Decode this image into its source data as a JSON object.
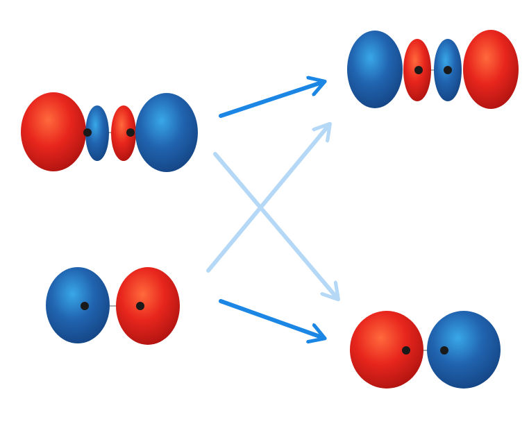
{
  "colors": {
    "background": "#ffffff",
    "phase_positive_lobe": "#e8211d",
    "phase_negative_lobe": "#1f5ea8",
    "nucleus": "#1a1a1a",
    "arrow_major": "#1c86e4",
    "arrow_minor": "#b4d8f6"
  },
  "orbitals": [
    {
      "id": "left-top",
      "column": "initial",
      "row": "upper",
      "lobe_sequence": [
        "red",
        "blue",
        "red",
        "blue"
      ],
      "nuclei": 2
    },
    {
      "id": "left-bottom",
      "column": "initial",
      "row": "lower",
      "lobe_sequence": [
        "blue",
        "red"
      ],
      "nuclei": 2
    },
    {
      "id": "right-top",
      "column": "result",
      "row": "upper",
      "lobe_sequence": [
        "blue",
        "red",
        "blue",
        "red"
      ],
      "nuclei": 2
    },
    {
      "id": "right-bottom",
      "column": "result",
      "row": "lower",
      "lobe_sequence": [
        "red",
        "blue"
      ],
      "nuclei": 2
    }
  ],
  "arrows": [
    {
      "from": "left-top",
      "to": "right-top",
      "weight": "major"
    },
    {
      "from": "left-bottom",
      "to": "right-bottom",
      "weight": "major"
    },
    {
      "from": "left-top",
      "to": "right-bottom",
      "weight": "minor"
    },
    {
      "from": "left-bottom",
      "to": "right-top",
      "weight": "minor"
    }
  ]
}
